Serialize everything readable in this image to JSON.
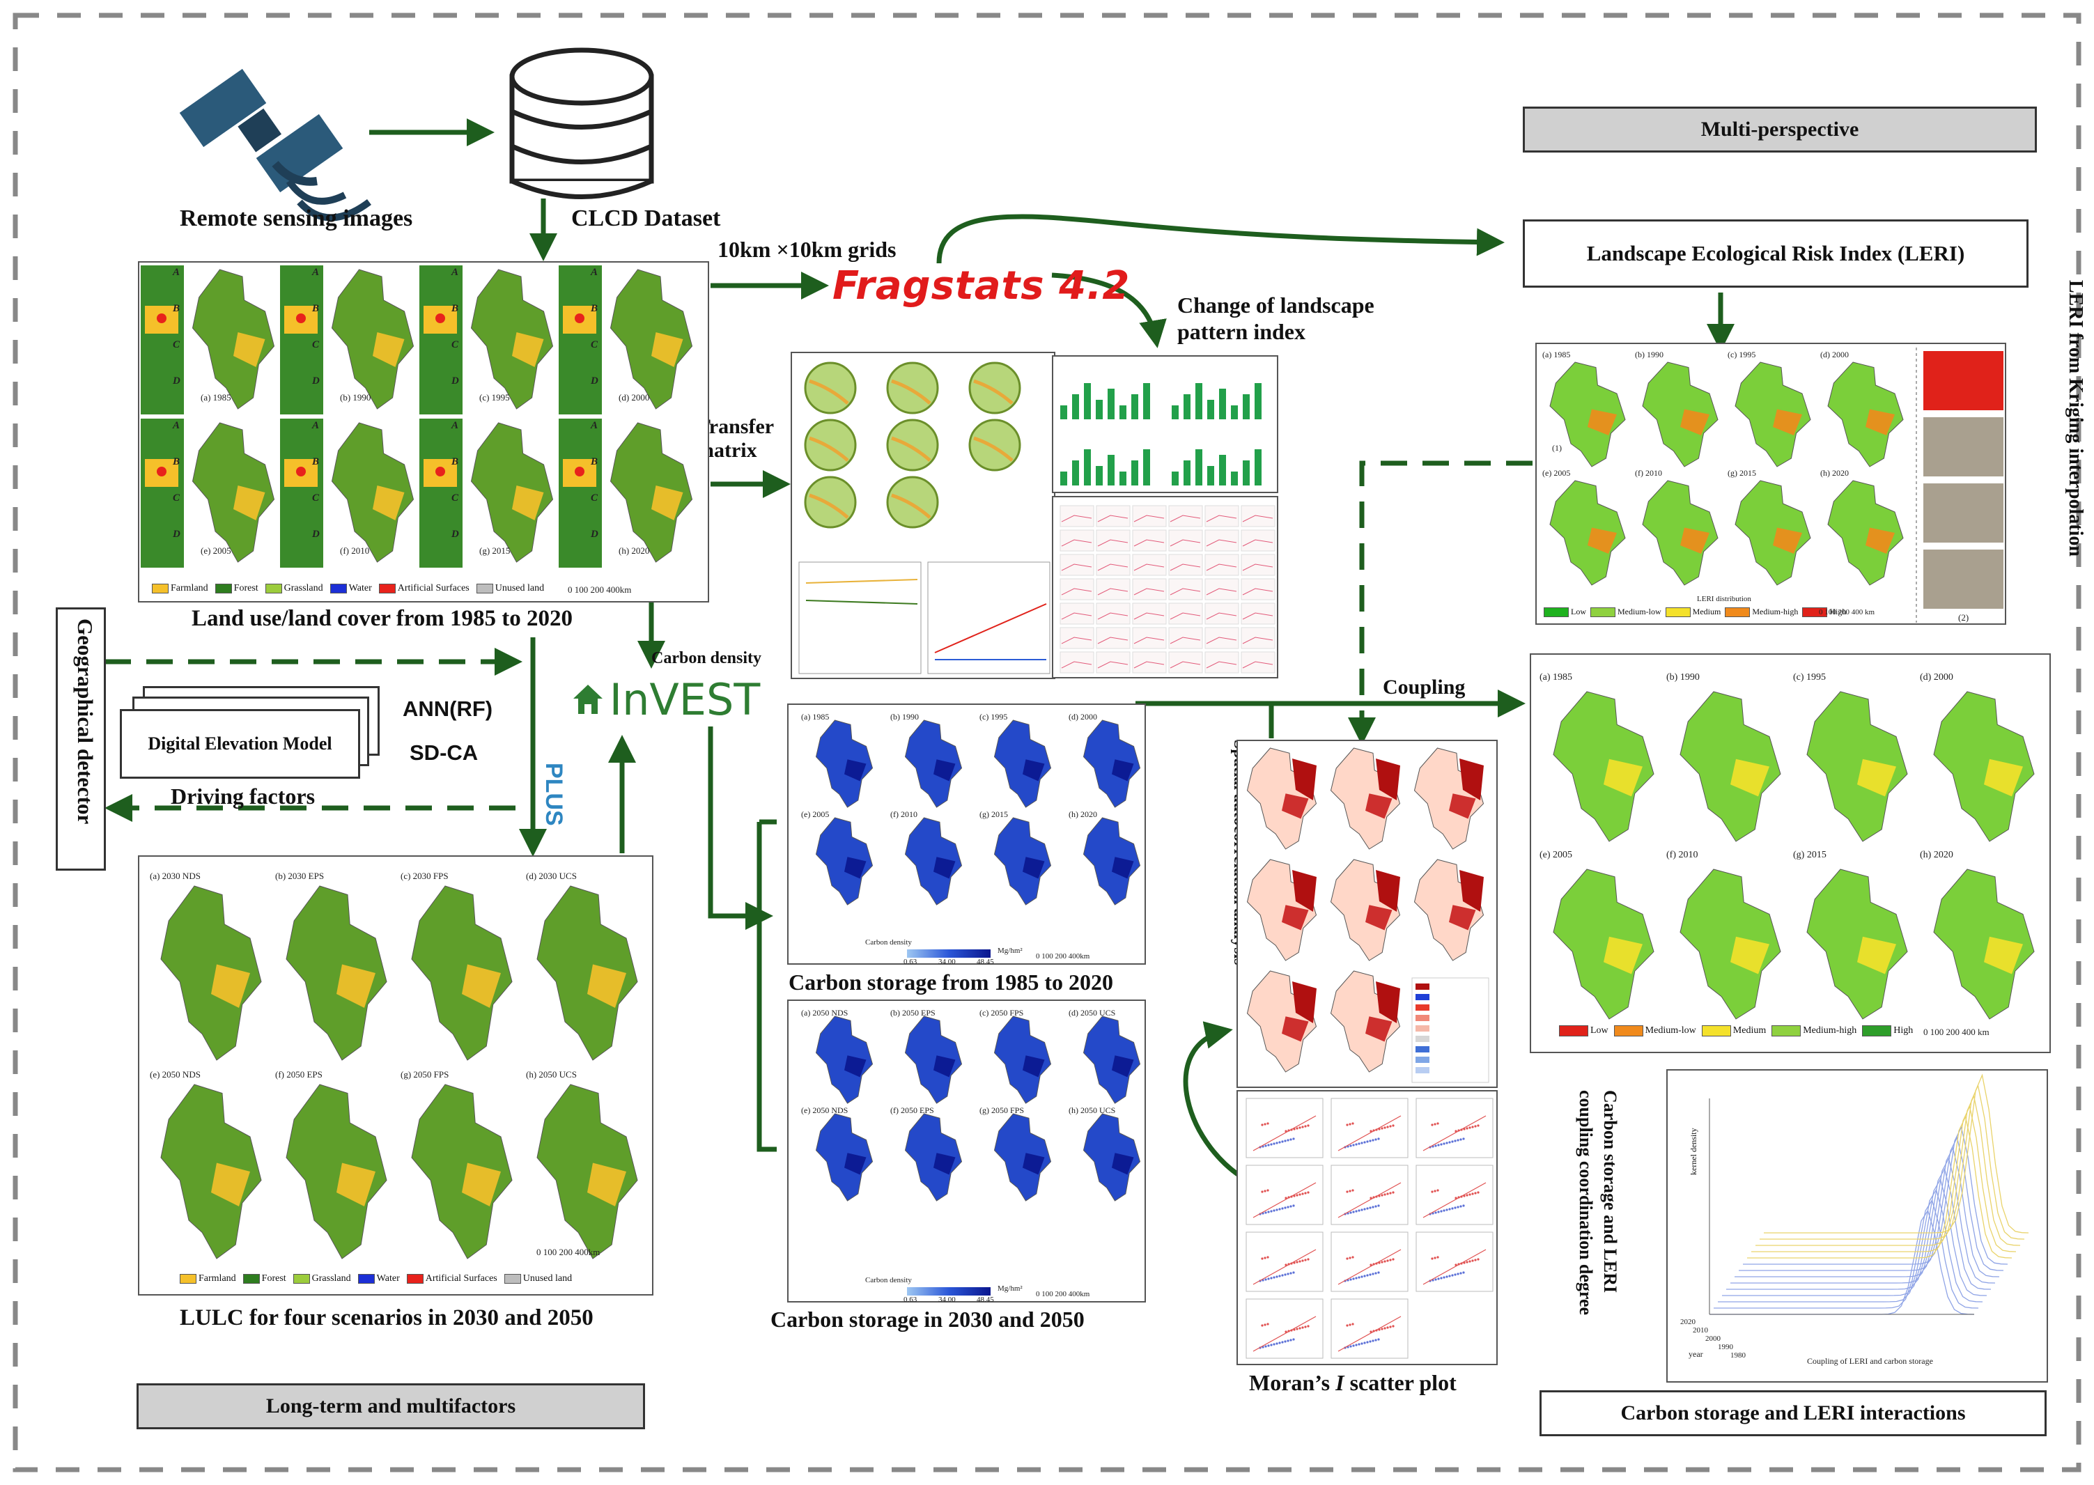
{
  "labels": {
    "remote_sensing": "Remote sensing images",
    "clcd": "CLCD Dataset",
    "grids": "10km ×10km grids",
    "fragstats": "Fragstats 4.2",
    "change_landscape_1": "Change of landscape",
    "change_landscape_2": "pattern index",
    "transfer_1": "Transfer",
    "transfer_2": "matrix",
    "lulc_title": "Land use/land cover from 1985 to 2020",
    "geo_detector": "Geographical detector",
    "dem": "Digital Elevation Model",
    "driving": "Driving factors",
    "ann": "ANN(RF)",
    "sdca": "SD-CA",
    "plus": "PLUS",
    "invest": "InVEST",
    "carbon_density": "Carbon density",
    "carbon_1985_2020": "Carbon storage from 1985 to 2020",
    "carbon_2030_2050": "Carbon storage in 2030 and 2050",
    "lulc_scenarios": "LULC for four scenarios in 2030 and 2050",
    "long_term": "Long-term and multifactors",
    "multi_perspective": "Multi-perspective",
    "leri": "Landscape Ecological Risk Index (LERI)",
    "leri_kriging": "LERI from Kriging interpolation",
    "coupling": "Coupling",
    "spatial_auto": "Spatial autocorrelation analysis",
    "moran_1": "Moran’s ",
    "moran_i": "I",
    "moran_2": " scatter plot",
    "coupling_coord_1": "Carbon storage and LERI",
    "coupling_coord_2": "coupling coordination degree",
    "interactions": "Carbon storage and LERI interactions"
  },
  "lulc_panels": [
    "(a) 1985",
    "(b) 1990",
    "(c) 1995",
    "(d) 2000",
    "(e) 2005",
    "(f) 2010",
    "(g) 2015",
    "(h) 2020"
  ],
  "lulc_inset_letters": [
    "A",
    "B",
    "C",
    "D"
  ],
  "lulc_legend": [
    {
      "name": "Farmland",
      "color": "#f5c02a"
    },
    {
      "name": "Forest",
      "color": "#2e7d1f"
    },
    {
      "name": "Grassland",
      "color": "#9ccc3c"
    },
    {
      "name": "Water",
      "color": "#1c2fd6"
    },
    {
      "name": "Artificial Surfaces",
      "color": "#e8221b"
    },
    {
      "name": "Unused land",
      "color": "#bdbdbd"
    }
  ],
  "scale_lulc": "0   100  200       400km",
  "scenario_panels": [
    "(a) 2030 NDS",
    "(b) 2030 EPS",
    "(c) 2030 FPS",
    "(d) 2030 UCS",
    "(e) 2050 NDS",
    "(f) 2050 EPS",
    "(g) 2050 FPS",
    "(h) 2050 UCS"
  ],
  "scale_scen": "0    100  200       400km",
  "carbon_panels": [
    "(a) 1985",
    "(b) 1990",
    "(c) 1995",
    "(d) 2000",
    "(e) 2005",
    "(f) 2010",
    "(g) 2015",
    "(h) 2020"
  ],
  "carbon_future_panels": [
    "(a) 2050 NDS",
    "(b) 2050 EPS",
    "(c) 2050 FPS",
    "(d) 2050 UCS",
    "(e) 2050 NDS",
    "(f) 2050 EPS",
    "(g) 2050 FPS",
    "(h) 2050 UCS"
  ],
  "carbon_legend": {
    "title": "Carbon density",
    "min": "0.63",
    "mid": "34.00",
    "max": "48.45",
    "unit": "Mg/hm²",
    "scale": "0   100  200       400km"
  },
  "leri_panels": [
    "(a) 1985",
    "(b) 1990",
    "(c) 1995",
    "(d) 2000",
    "(e) 2005",
    "(f) 2010",
    "(g) 2015",
    "(h) 2020"
  ],
  "leri_sub1": "(1)",
  "leri_sub2": "(2)",
  "leri_legend_title": "LERI distribution",
  "leri_legend": [
    {
      "name": "Low",
      "color": "#1fb21f"
    },
    {
      "name": "Medium-low",
      "color": "#8fd13f"
    },
    {
      "name": "Medium",
      "color": "#f4e12b"
    },
    {
      "name": "Medium-high",
      "color": "#f08a1c"
    },
    {
      "name": "High",
      "color": "#e0221a"
    }
  ],
  "leri_scale": "0  100  200        400 km",
  "coupling_panels": [
    "(a) 1985",
    "(b) 1990",
    "(c) 1995",
    "(d) 2000",
    "(e) 2005",
    "(f) 2010",
    "(g) 2015",
    "(h) 2020"
  ],
  "coupling_legend": [
    {
      "name": "Low",
      "color": "#e0221a"
    },
    {
      "name": "Medium-low",
      "color": "#f08a1c"
    },
    {
      "name": "Medium",
      "color": "#f4e12b"
    },
    {
      "name": "Medium-high",
      "color": "#8fd13f"
    },
    {
      "name": "High",
      "color": "#2e9e2a"
    }
  ],
  "coupling_scale": "0  100  200        400 km",
  "kde": {
    "ylabel": "kernel density",
    "xlabel": "Coupling of LERI and carbon storage",
    "year_label": "year",
    "years": [
      "2020",
      "2010",
      "2000",
      "1990",
      "1980"
    ]
  },
  "colors": {
    "arrow": "#1e5e1e",
    "fragstats": "#e11b1b",
    "invest": "#2e7d32",
    "plus": "#2e86c1"
  }
}
